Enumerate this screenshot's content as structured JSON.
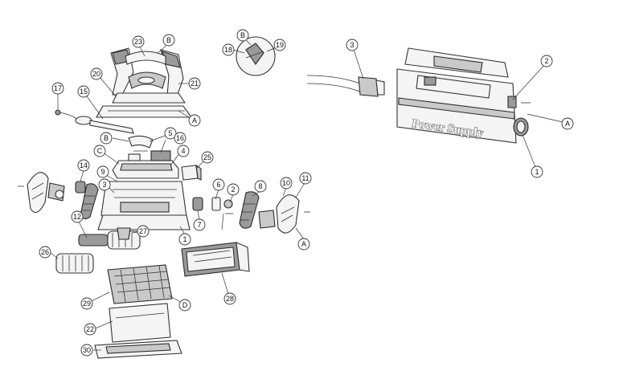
{
  "diagram": {
    "power_supply_label": "Power Supply",
    "callouts": {
      "c1": "1",
      "c2": "2",
      "c3": "3",
      "c4": "4",
      "c5": "5",
      "c6": "6",
      "c7": "7",
      "c8": "8",
      "c9": "9",
      "c10": "10",
      "c11": "11",
      "c12": "12",
      "c14": "14",
      "c15": "15",
      "c16": "16",
      "c17": "17",
      "c18": "18",
      "c19": "19",
      "c20": "20",
      "c21": "21",
      "c22": "22",
      "c23": "23",
      "c25": "25",
      "c26": "26",
      "c27": "27",
      "c28": "28",
      "c29": "29",
      "c30": "30",
      "cA": "A",
      "cB": "B",
      "cC": "C",
      "cD": "D",
      "ps1": "1",
      "ps2": "2",
      "ps3": "3"
    }
  }
}
